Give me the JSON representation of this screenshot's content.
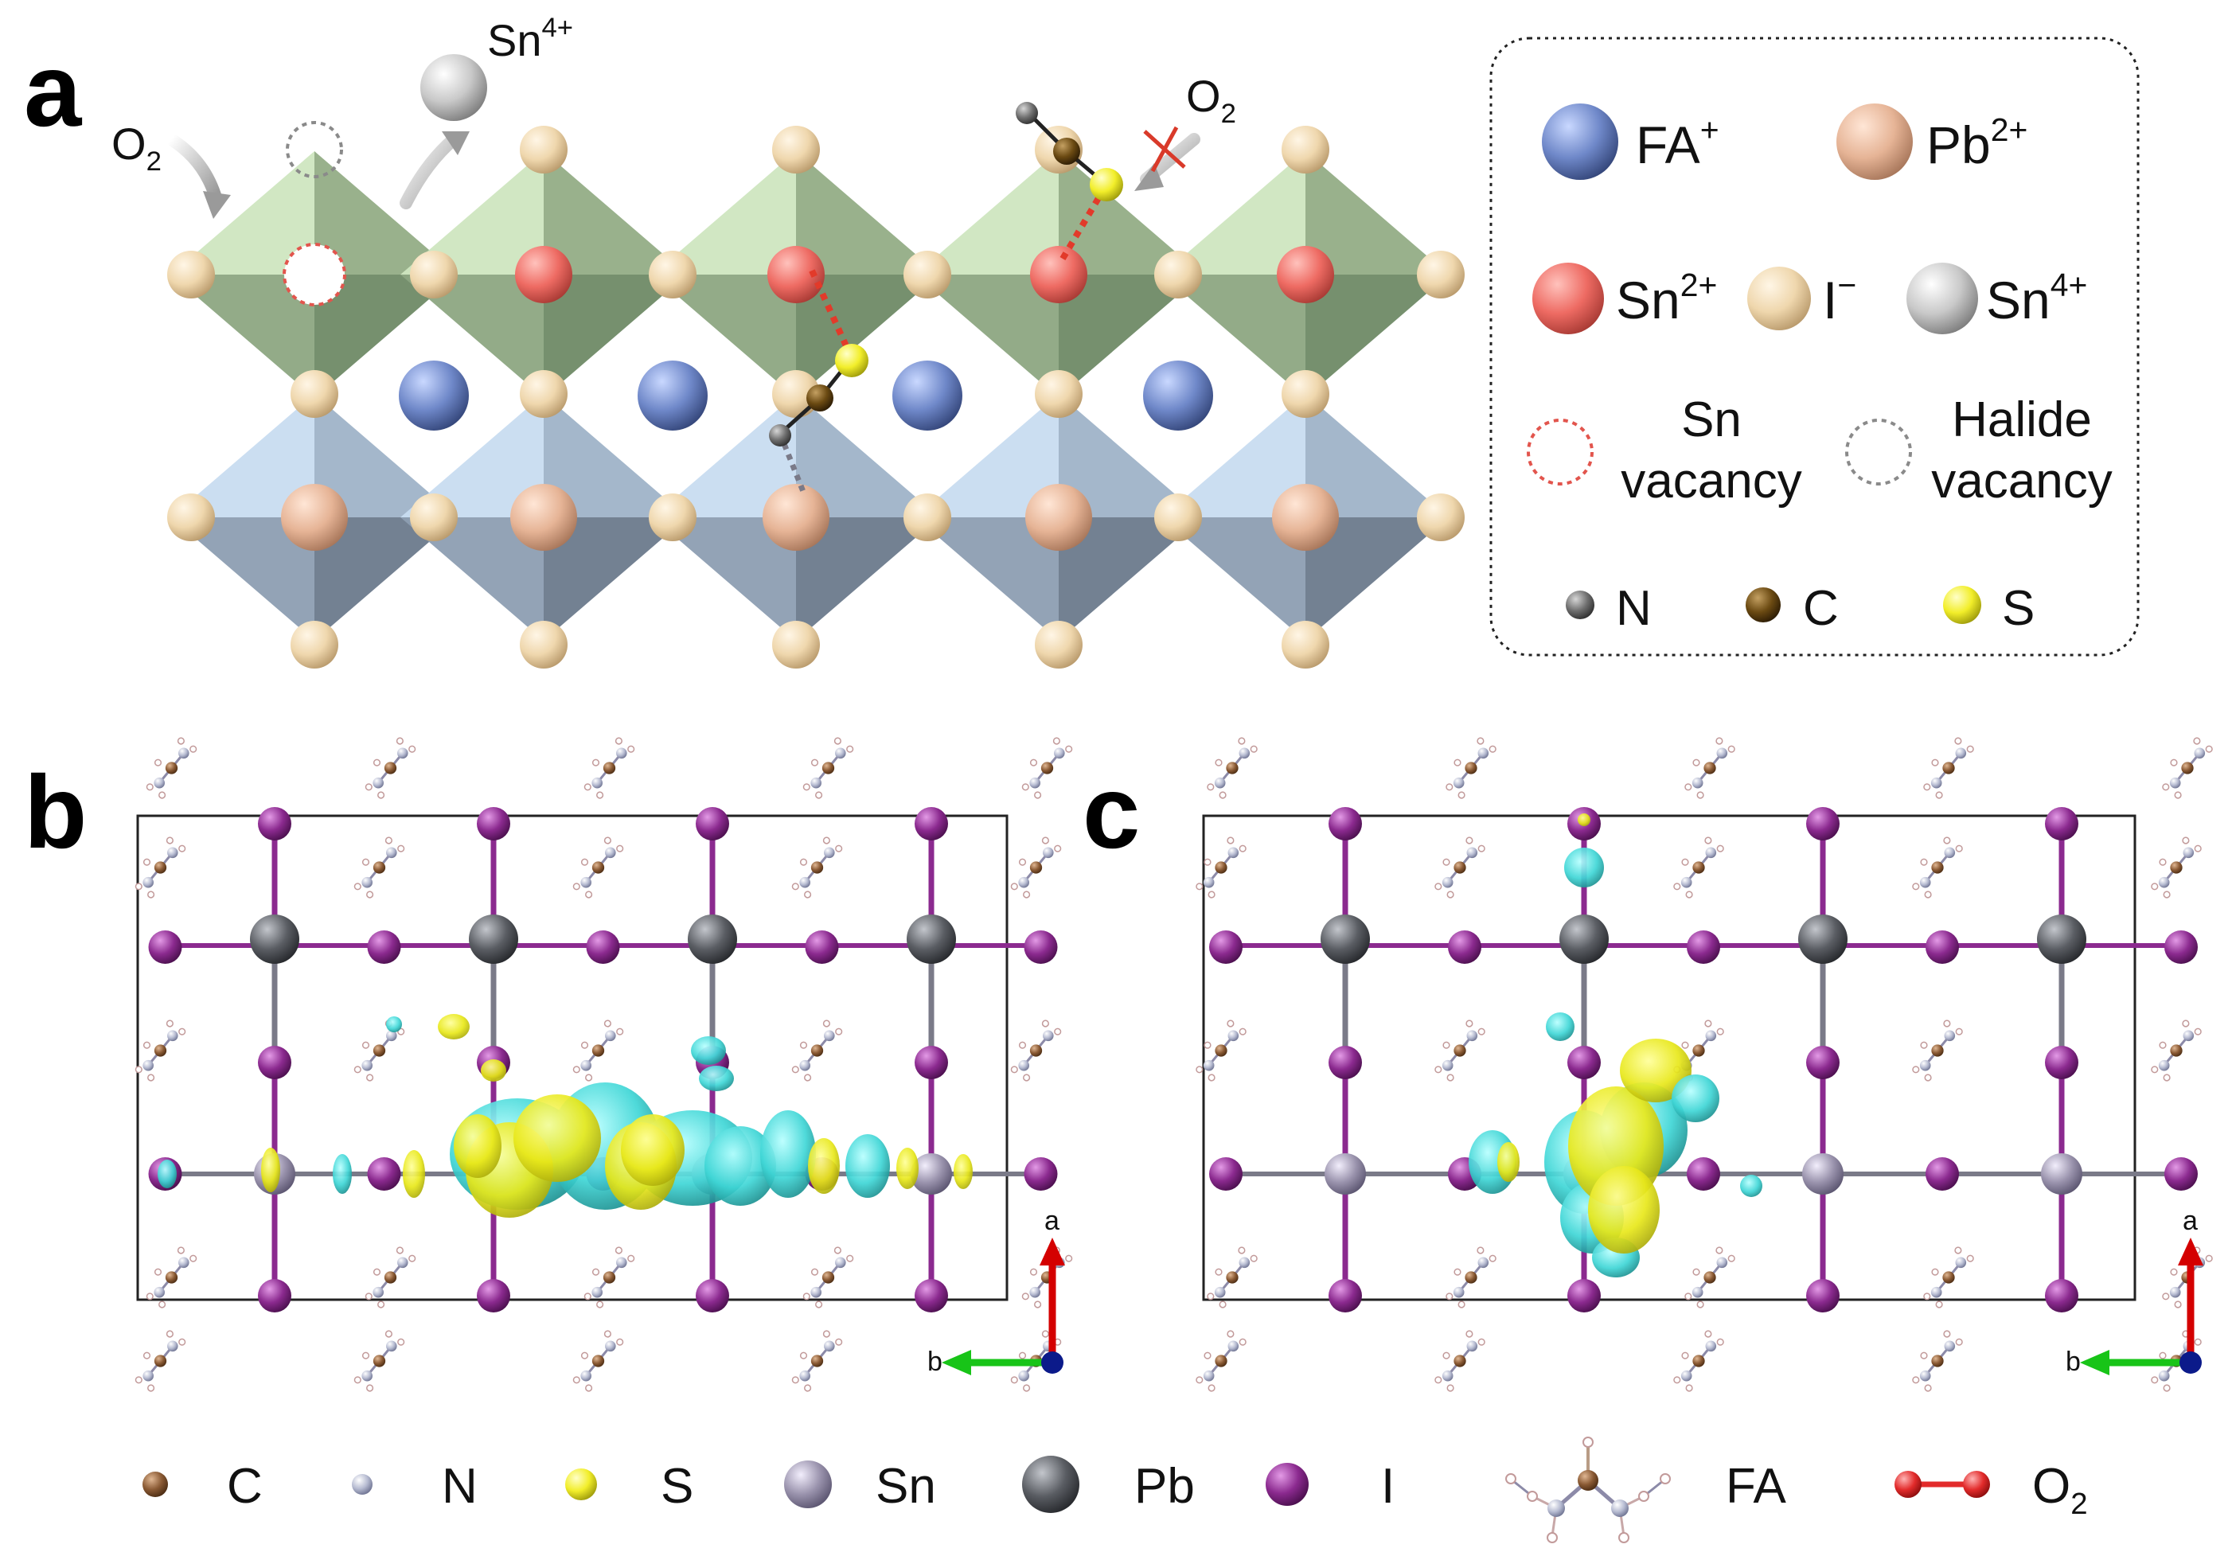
{
  "panels": {
    "a": "a",
    "b": "b",
    "c": "c"
  },
  "panel_a": {
    "o2_left": "O",
    "o2_left_sub": "2",
    "sn4_top": "Sn",
    "sn4_top_sup": "4+",
    "o2_right": "O",
    "o2_right_sub": "2",
    "legend": {
      "fa": "FA",
      "fa_sup": "+",
      "pb": "Pb",
      "pb_sup": "2+",
      "sn2": "Sn",
      "sn2_sup": "2+",
      "iodide": "I",
      "iodide_sup": "−",
      "sn4": "Sn",
      "sn4_sup": "4+",
      "sn_vacancy_1": "Sn",
      "sn_vacancy_2": "vacancy",
      "halide_vacancy_1": "Halide",
      "halide_vacancy_2": "vacancy",
      "n": "N",
      "c": "C",
      "s": "S"
    }
  },
  "axes": {
    "a_label": "a",
    "b_label": "b"
  },
  "bottom_legend": {
    "c": "C",
    "n": "N",
    "s": "S",
    "sn": "Sn",
    "pb": "Pb",
    "i": "I",
    "fa": "FA",
    "o2": "O",
    "o2_sub": "2"
  },
  "colors": {
    "fa_cation": "#6f88c9",
    "pb_ion": "#e6b496",
    "sn2_ion": "#ee6b63",
    "iodide": "#efd7ad",
    "sn4_ion": "#c9c9c9",
    "n_atom": "#6f6f6f",
    "c_atom": "#6b4a12",
    "s_atom": "#f2ee2a",
    "sn_octahedron": "#b7d4a6",
    "pb_octahedron": "#a9bfd6",
    "iodine_purple": "#8b2a8f",
    "pb_dark": "#5a5d63",
    "sn_lavender": "#9a93ad",
    "isosurface_yellow": "#e8e81a",
    "isosurface_cyan": "#3fd6d6",
    "oxygen_red": "#e22b2b"
  }
}
